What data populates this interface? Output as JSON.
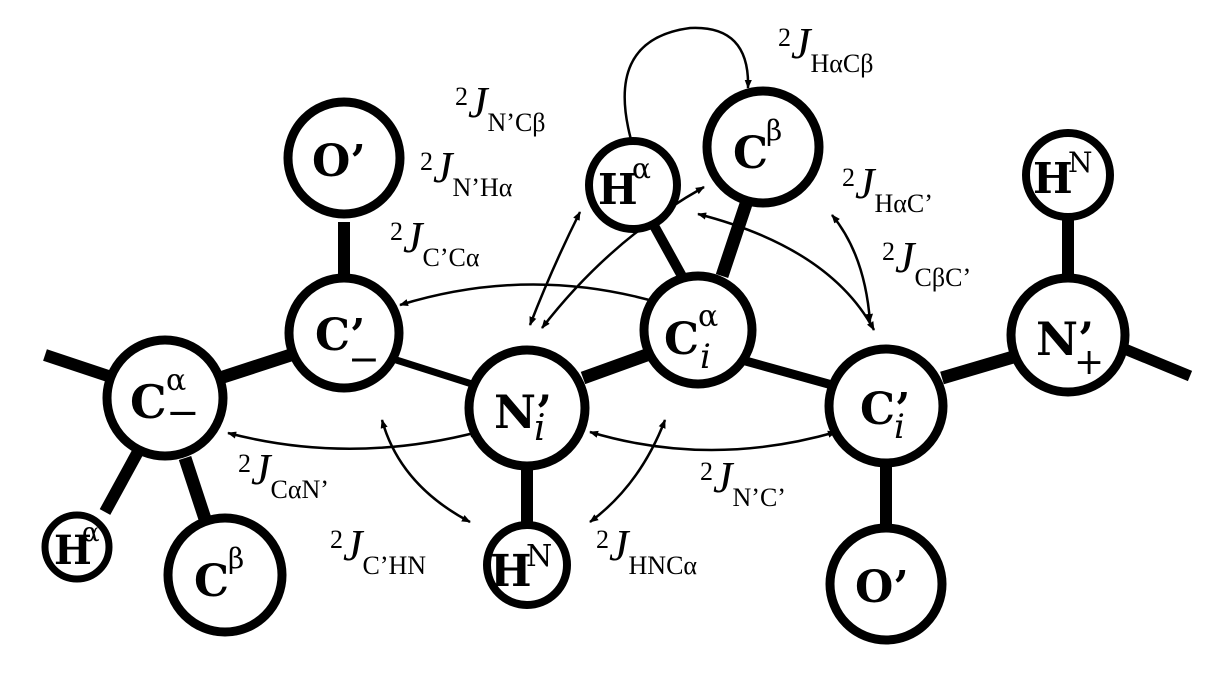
{
  "atoms": {
    "ca_prev": {
      "base": "C",
      "sup": "α",
      "sub": "−"
    },
    "ha_prev": {
      "base": "H",
      "sup": "α",
      "sub": ""
    },
    "cb_prev": {
      "base": "C",
      "sup": "β",
      "sub": ""
    },
    "co_prev": {
      "base": "C’",
      "sup": "",
      "sub": "−"
    },
    "o_prev": {
      "base": "O’",
      "sup": "",
      "sub": ""
    },
    "n_i": {
      "base": "N’",
      "sup": "",
      "sub": "i"
    },
    "hn_i": {
      "base": "H",
      "sup": "N",
      "sub": ""
    },
    "ca_i": {
      "base": "C",
      "sup": "α",
      "sub": "i"
    },
    "ha_i": {
      "base": "H",
      "sup": "α",
      "sub": ""
    },
    "cb_i": {
      "base": "C",
      "sup": "β",
      "sub": ""
    },
    "co_i": {
      "base": "C’",
      "sup": "",
      "sub": "i"
    },
    "o_i": {
      "base": "O’",
      "sup": "",
      "sub": ""
    },
    "n_next": {
      "base": "N’",
      "sup": "",
      "sub": "+"
    },
    "hn_next": {
      "base": "H",
      "sup": "N",
      "sub": ""
    }
  },
  "couplings": {
    "j_hacb": {
      "pre": "2",
      "main": "J",
      "sub": "HαCβ"
    },
    "j_ncb": {
      "pre": "2",
      "main": "J",
      "sub": "N’Cβ"
    },
    "j_nha": {
      "pre": "2",
      "main": "J",
      "sub": "N’Hα"
    },
    "j_cca": {
      "pre": "2",
      "main": "J",
      "sub": "C’Cα"
    },
    "j_hac": {
      "pre": "2",
      "main": "J",
      "sub": "HαC’"
    },
    "j_cbc": {
      "pre": "2",
      "main": "J",
      "sub": "CβC’"
    },
    "j_can": {
      "pre": "2",
      "main": "J",
      "sub": "CαN’"
    },
    "j_chn": {
      "pre": "2",
      "main": "J",
      "sub": "C’HN"
    },
    "j_hnca": {
      "pre": "2",
      "main": "J",
      "sub": "HNCα"
    },
    "j_nc": {
      "pre": "2",
      "main": "J",
      "sub": "N’C’"
    }
  },
  "colors": {
    "ink": "#000000",
    "fill": "#ffffff"
  }
}
